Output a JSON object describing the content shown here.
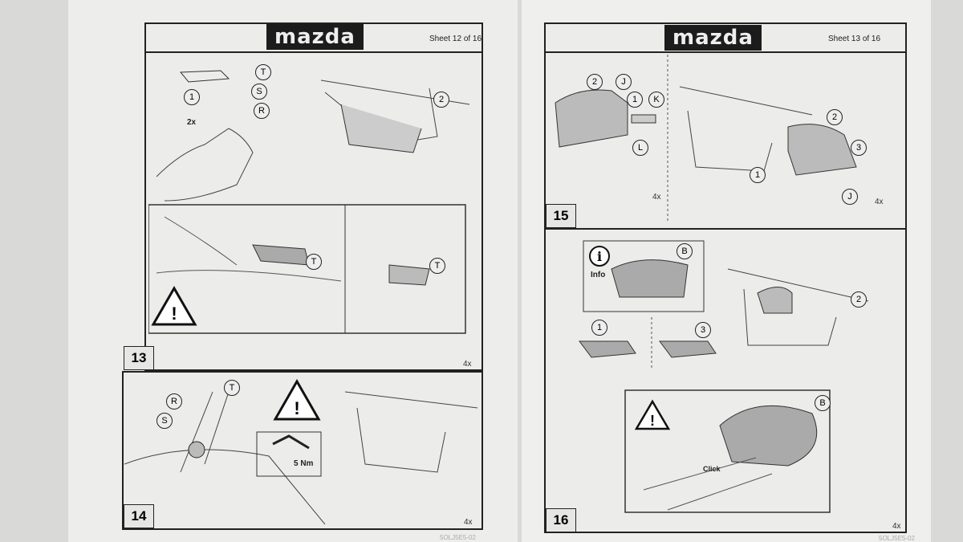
{
  "left_page": {
    "logo": "mazda",
    "sheet": "Sheet 12 of 16",
    "step13": {
      "number": "13",
      "quantity": "4x",
      "callouts": [
        "T",
        "S",
        "R",
        "1",
        "2",
        "T",
        "T"
      ],
      "multiplier": "2x"
    },
    "step14": {
      "number": "14",
      "quantity": "4x",
      "callouts": [
        "R",
        "S",
        "T"
      ],
      "torque": "5 Nm"
    },
    "footer_code": "5OLJ5E5-02"
  },
  "right_page": {
    "logo": "mazda",
    "sheet": "Sheet 13 of 16",
    "step15": {
      "number": "15",
      "quantity_a": "4x",
      "quantity_b": "4x",
      "callouts": [
        "2",
        "J",
        "1",
        "K",
        "L",
        "2",
        "3",
        "1",
        "J"
      ]
    },
    "step16": {
      "number": "16",
      "quantity": "4x",
      "info_label": "Info",
      "callouts": [
        "B",
        "2",
        "1",
        "3",
        "B"
      ],
      "click_label": "Click"
    },
    "footer_code": "5OLJ5E5-02"
  }
}
